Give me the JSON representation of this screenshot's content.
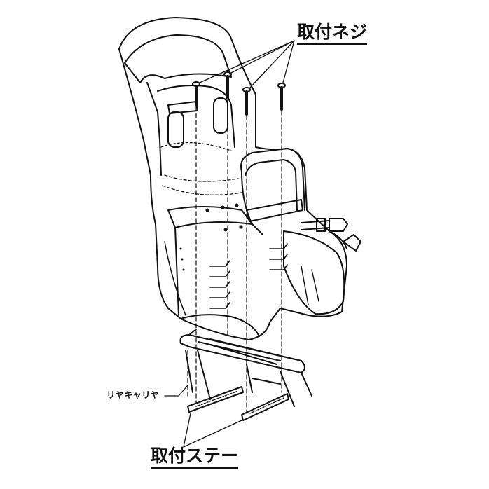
{
  "labels": {
    "mounting_screws": "取付ネジ",
    "rear_carrier": "リヤキャリヤ",
    "mounting_stays": "取付ステー"
  },
  "colors": {
    "line": "#111111",
    "background": "#ffffff"
  }
}
